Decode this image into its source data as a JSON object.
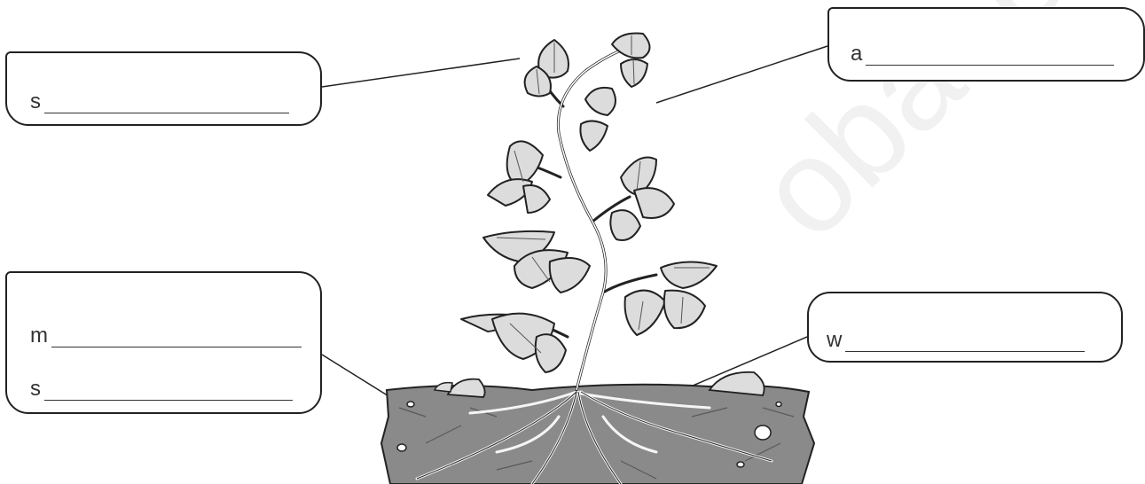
{
  "labels": {
    "top_left": {
      "letter": "s"
    },
    "top_right": {
      "letter": "a"
    },
    "bottom_left": {
      "letter_1": "m",
      "letter_2": "s"
    },
    "bottom_right": {
      "letter": "w"
    }
  },
  "watermark": "obar.es",
  "colors": {
    "outline": "#222222",
    "soil": "#7a7a7a",
    "leaf": "#dcdcdc"
  }
}
